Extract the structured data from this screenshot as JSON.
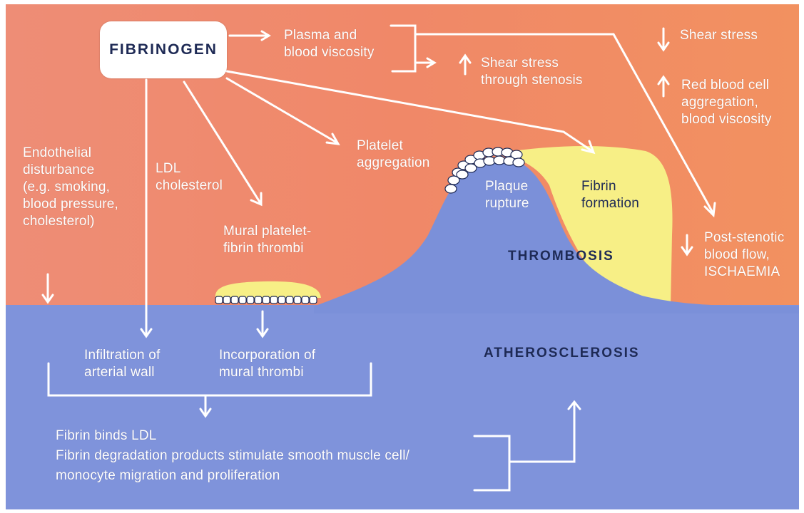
{
  "colors": {
    "background_top": "#f08a6c",
    "background_bottom": "#7f93db",
    "plaque": "#7b90d9",
    "fibrin": "#f7ef86",
    "arrow": "#ffffff",
    "label_light": "#ffffff",
    "label_dark": "#1e2a55"
  },
  "diagram": {
    "fibrinogen": "FIBRINOGEN",
    "plasma_viscosity": "Plasma and\nblood viscosity",
    "shear_stress_stenosis": "Shear stress\nthrough stenosis",
    "shear_stress_down": "Shear stress",
    "rbc_aggregation": "Red blood cell\naggregation,\nblood viscosity",
    "post_stenotic": "Post-stenotic\nblood flow,\nISCHAEMIA",
    "endothelial": "Endothelial\ndisturbance\n(e.g. smoking,\nblood pressure,\ncholesterol)",
    "ldl": "LDL\ncholesterol",
    "platelet_aggregation": "Platelet\naggregation",
    "mural_thrombi": "Mural platelet-\nfibrin thrombi",
    "plaque_rupture": "Plaque\nrupture",
    "fibrin_formation": "Fibrin\nformation",
    "thrombosis": "THROMBOSIS",
    "atherosclerosis": "ATHEROSCLEROSIS",
    "infiltration": "Infiltration of\narterial wall",
    "incorporation": "Incorporation of\nmural thrombi",
    "fibrin_binds": "Fibrin binds LDL\nFibrin degradation products stimulate smooth muscle cell/\nmonocyte migration and proliferation"
  },
  "icons": {
    "up": "↑",
    "down": "↓"
  }
}
